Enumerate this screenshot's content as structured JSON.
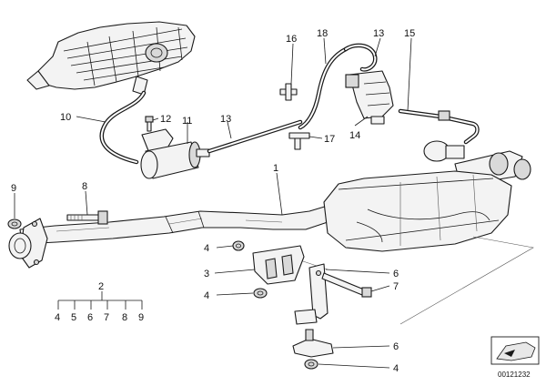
{
  "diagram": {
    "callouts": {
      "c1": "1",
      "c2": "2",
      "c3": "3",
      "c4a": "4",
      "c4b": "4",
      "c4c": "4",
      "c6a": "6",
      "c6b": "6",
      "c7": "7",
      "c8": "8",
      "c9": "9",
      "c10": "10",
      "c11": "11",
      "c12": "12",
      "c13a": "13",
      "c13b": "13",
      "c14": "14",
      "c15": "15",
      "c16": "16",
      "c17": "17",
      "c18": "18"
    },
    "kit_contents": [
      "4",
      "5",
      "6",
      "7",
      "8",
      "9"
    ],
    "reference_number": "00121232"
  }
}
